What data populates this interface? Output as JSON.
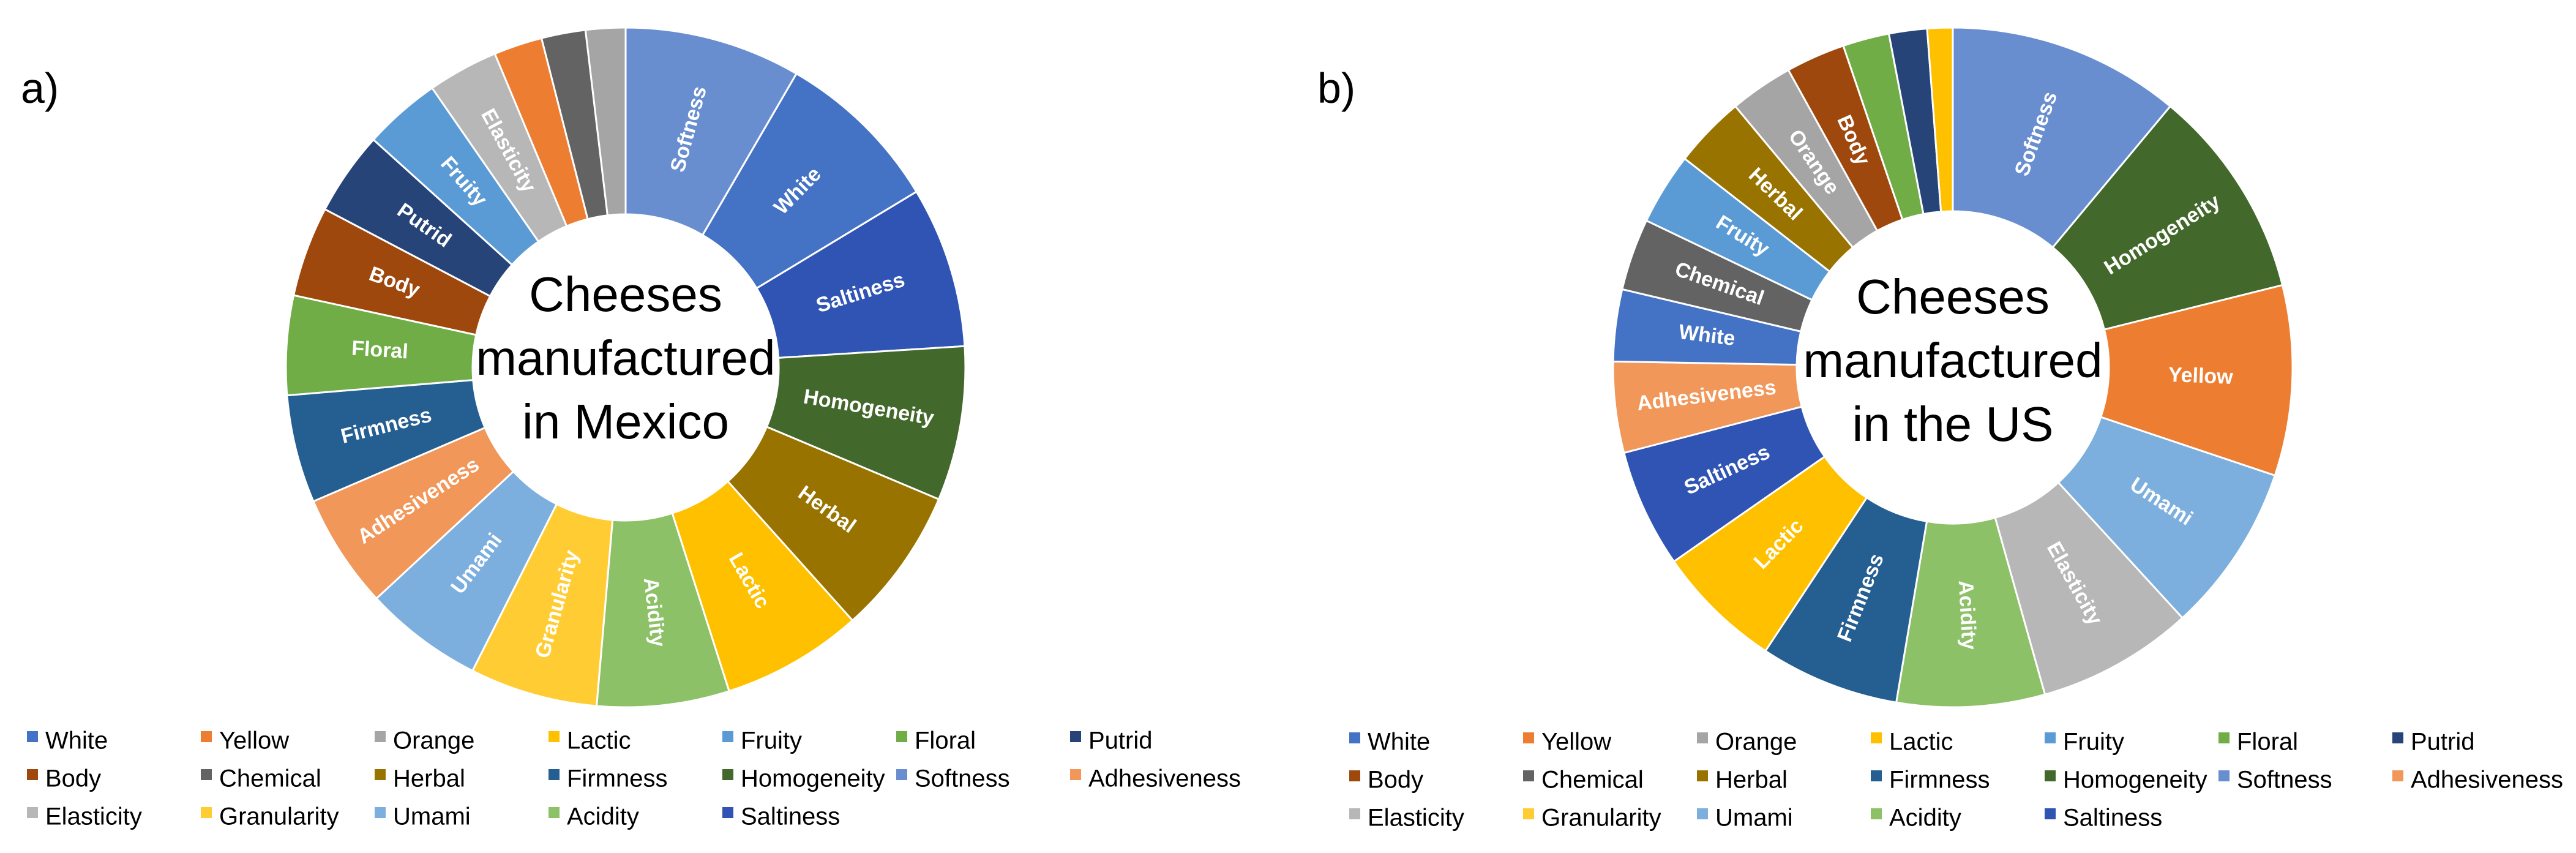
{
  "colors": {
    "White": "#4472C4",
    "Yellow": "#ED7D31",
    "Orange": "#A5A5A5",
    "Lactic": "#FFC000",
    "Fruity": "#5B9BD5",
    "Floral": "#70AD47",
    "Putrid": "#264478",
    "Body": "#9E480E",
    "Chemical": "#636363",
    "Herbal": "#997300",
    "Firmness": "#255E91",
    "Homogeneity": "#43682B",
    "Softness": "#698ED0",
    "Adhesiveness": "#F1975A",
    "Elasticity": "#B7B7B7",
    "Granularity": "#FFCD33",
    "Umami": "#7CAFDD",
    "Acidity": "#8CC168",
    "Saltiness": "#2F54B4"
  },
  "legend": {
    "items": [
      "White",
      "Yellow",
      "Orange",
      "Lactic",
      "Fruity",
      "Floral",
      "Putrid",
      "Body",
      "Chemical",
      "Herbal",
      "Firmness",
      "Homogeneity",
      "Softness",
      "Adhesiveness",
      "Elasticity",
      "Granularity",
      "Umami",
      "Acidity",
      "Saltiness"
    ]
  },
  "chart_data": [
    {
      "type": "pie",
      "panel": "a)",
      "center_lines": [
        "Cheeses",
        "manufactured",
        "in Mexico"
      ],
      "slices": [
        {
          "name": "Softness",
          "value": 8.0,
          "label": "Softness"
        },
        {
          "name": "White",
          "value": 7.6,
          "label": "White"
        },
        {
          "name": "Saltiness",
          "value": 7.3,
          "label": "Saltiness"
        },
        {
          "name": "Homogeneity",
          "value": 7.0,
          "label": "Homogeneity"
        },
        {
          "name": "Herbal",
          "value": 6.7,
          "label": "Herbal"
        },
        {
          "name": "Lactic",
          "value": 6.4,
          "label": "Lactic"
        },
        {
          "name": "Acidity",
          "value": 6.0,
          "label": "Acidity"
        },
        {
          "name": "Granularity",
          "value": 5.8,
          "label": "Granularity"
        },
        {
          "name": "Umami",
          "value": 5.4,
          "label": "Umami"
        },
        {
          "name": "Adhesiveness",
          "value": 5.2,
          "label": "Adhesiveness"
        },
        {
          "name": "Firmness",
          "value": 4.9,
          "label": "Firmness"
        },
        {
          "name": "Floral",
          "value": 4.5,
          "label": "Floral"
        },
        {
          "name": "Body",
          "value": 4.1,
          "label": "Body"
        },
        {
          "name": "Putrid",
          "value": 3.8,
          "label": "Putrid"
        },
        {
          "name": "Fruity",
          "value": 3.5,
          "label": "Fruity"
        },
        {
          "name": "Elasticity",
          "value": 3.2,
          "label": "Elasticity"
        },
        {
          "name": "Yellow",
          "value": 2.2,
          "label": ""
        },
        {
          "name": "Chemical",
          "value": 2.0,
          "label": ""
        },
        {
          "name": "Orange",
          "value": 1.8,
          "label": ""
        }
      ]
    },
    {
      "type": "pie",
      "panel": "b)",
      "center_lines": [
        "Cheeses",
        "manufactured",
        "in the US"
      ],
      "slices": [
        {
          "name": "Softness",
          "value": 11.0,
          "label": "Softness"
        },
        {
          "name": "Homogeneity",
          "value": 10.0,
          "label": "Homogeneity"
        },
        {
          "name": "Yellow",
          "value": 9.0,
          "label": "Yellow"
        },
        {
          "name": "Umami",
          "value": 8.0,
          "label": "Umami"
        },
        {
          "name": "Elasticity",
          "value": 7.4,
          "label": "Elasticity"
        },
        {
          "name": "Acidity",
          "value": 7.0,
          "label": "Acidity"
        },
        {
          "name": "Firmness",
          "value": 6.6,
          "label": "Firmness"
        },
        {
          "name": "Lactic",
          "value": 6.0,
          "label": "Lactic"
        },
        {
          "name": "Saltiness",
          "value": 5.6,
          "label": "Saltiness"
        },
        {
          "name": "Adhesiveness",
          "value": 4.3,
          "label": "Adhesiveness"
        },
        {
          "name": "White",
          "value": 3.4,
          "label": "White"
        },
        {
          "name": "Chemical",
          "value": 3.4,
          "label": "Chemical"
        },
        {
          "name": "Fruity",
          "value": 3.4,
          "label": "Fruity"
        },
        {
          "name": "Herbal",
          "value": 3.4,
          "label": "Herbal"
        },
        {
          "name": "Orange",
          "value": 3.0,
          "label": "Orange"
        },
        {
          "name": "Body",
          "value": 2.8,
          "label": "Body"
        },
        {
          "name": "Floral",
          "value": 2.2,
          "label": ""
        },
        {
          "name": "Putrid",
          "value": 1.8,
          "label": ""
        },
        {
          "name": "Lactic",
          "value": 1.2,
          "label": ""
        }
      ]
    }
  ]
}
